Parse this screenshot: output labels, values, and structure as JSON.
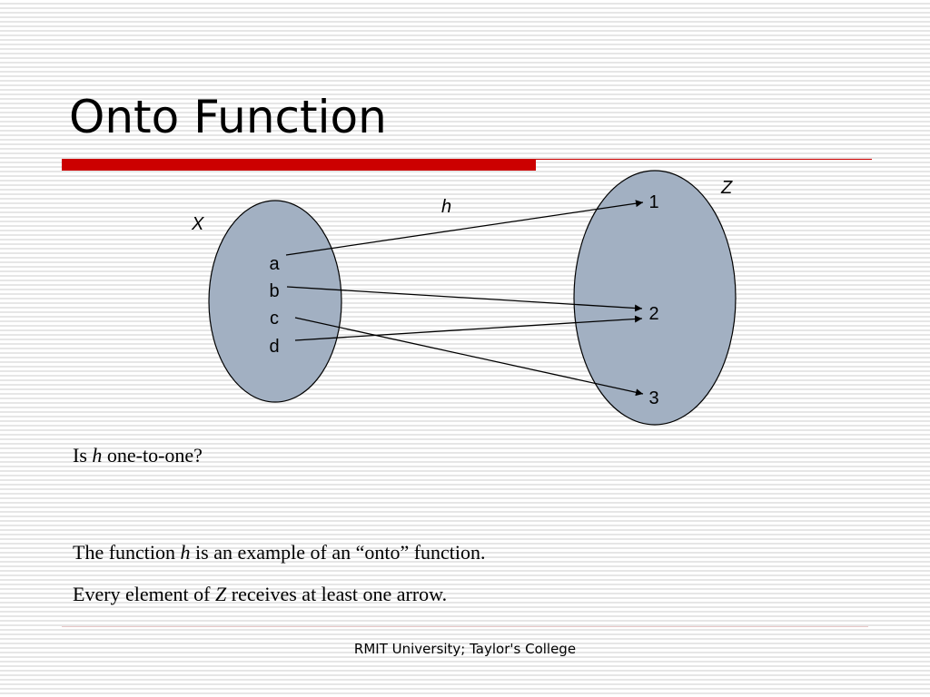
{
  "slide": {
    "title": "Onto Function",
    "footer": "RMIT University; Taylor's College"
  },
  "diagram": {
    "domain_label": "X",
    "codomain_label": "Z",
    "function_label": "h",
    "domain_elements": [
      "a",
      "b",
      "c",
      "d"
    ],
    "codomain_elements": [
      "1",
      "2",
      "3"
    ],
    "mappings": [
      {
        "from": "a",
        "to": "1"
      },
      {
        "from": "b",
        "to": "2"
      },
      {
        "from": "c",
        "to": "3"
      },
      {
        "from": "d",
        "to": "2"
      }
    ],
    "set_fill_color": "#a2b0c2",
    "arrow_color": "#000000"
  },
  "body": {
    "question": {
      "pre": "Is ",
      "var": "h",
      "post": " one-to-one?"
    },
    "line1": {
      "pre": "The function ",
      "var": "h",
      "post": " is an example of an “onto” function."
    },
    "line2": {
      "pre": "Every element of ",
      "var": "Z",
      "post": " receives at least one arrow."
    }
  },
  "colors": {
    "accent_red": "#cc0000"
  }
}
